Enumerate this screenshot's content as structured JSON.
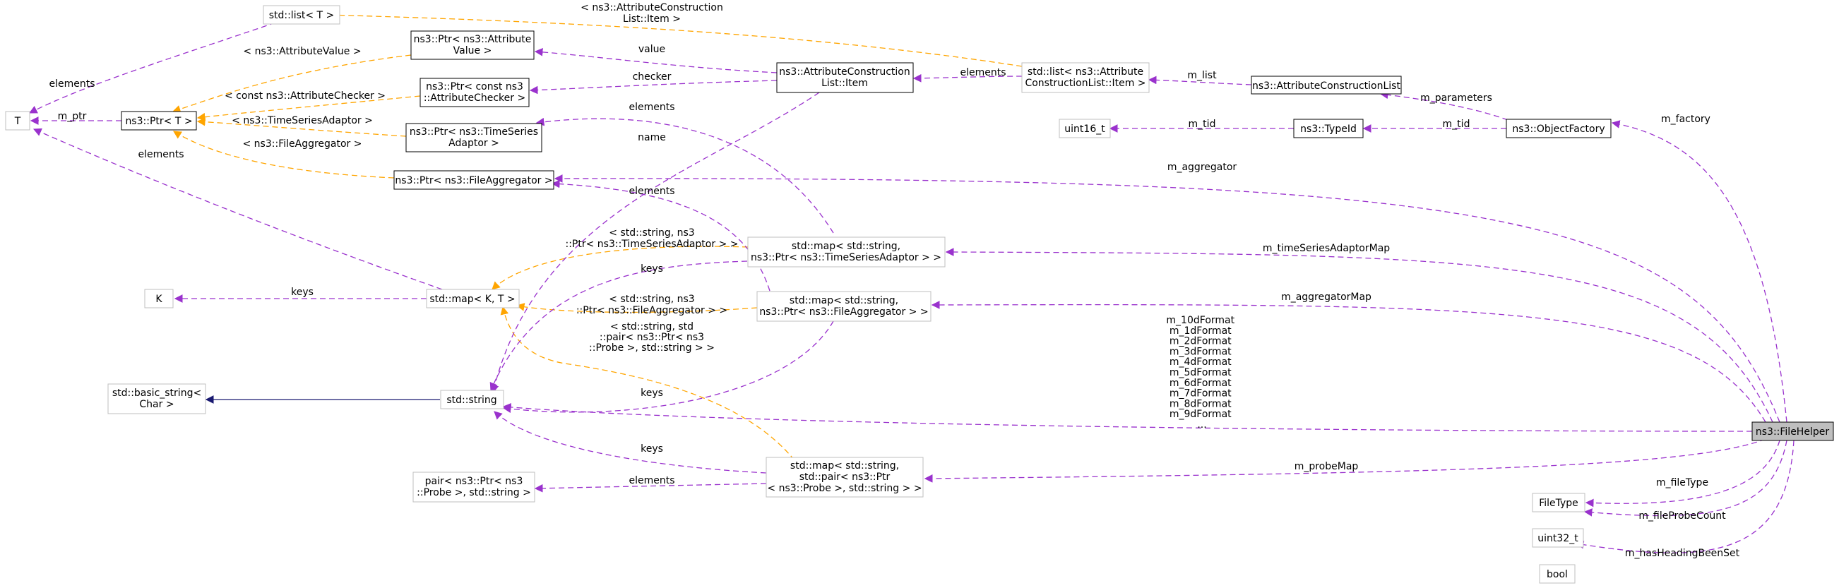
{
  "colors": {
    "usage": "#9a32cd",
    "template": "#ffa500",
    "inherit": "#191970",
    "highlight": "#bfbfbf",
    "node_border_strong": "#000000",
    "node_border_light": "#bfbfbf"
  },
  "nodes": {
    "std_list_T": {
      "lines": [
        "std::list< T >"
      ]
    },
    "T": {
      "lines": [
        "T"
      ]
    },
    "ptr_T": {
      "lines": [
        "ns3::Ptr< T >"
      ]
    },
    "ptr_attr_value": {
      "lines": [
        "ns3::Ptr< ns3::Attribute",
        "Value >"
      ]
    },
    "ptr_attr_checker": {
      "lines": [
        "ns3::Ptr< const ns3",
        "::AttributeChecker >"
      ]
    },
    "ptr_tsa": {
      "lines": [
        "ns3::Ptr< ns3::TimeSeries",
        "Adaptor >"
      ]
    },
    "ptr_fileagg": {
      "lines": [
        "ns3::Ptr< ns3::FileAggregator >"
      ]
    },
    "attr_item": {
      "lines": [
        "ns3::AttributeConstruction",
        "List::Item"
      ]
    },
    "std_list_item": {
      "lines": [
        "std::list< ns3::Attribute",
        "ConstructionList::Item >"
      ]
    },
    "attr_list": {
      "lines": [
        "ns3::AttributeConstructionList"
      ]
    },
    "uint16": {
      "lines": [
        "uint16_t"
      ]
    },
    "typeid": {
      "lines": [
        "ns3::TypeId"
      ]
    },
    "objfactory": {
      "lines": [
        "ns3::ObjectFactory"
      ]
    },
    "K": {
      "lines": [
        "K"
      ]
    },
    "std_map_KT": {
      "lines": [
        "std::map< K, T >"
      ]
    },
    "map_tsa": {
      "lines": [
        "std::map< std::string,",
        "ns3::Ptr< ns3::TimeSeriesAdaptor > >"
      ]
    },
    "map_fileagg": {
      "lines": [
        "std::map< std::string,",
        "ns3::Ptr< ns3::FileAggregator > >"
      ]
    },
    "basic_string": {
      "lines": [
        "std::basic_string<",
        "Char >"
      ]
    },
    "std_string": {
      "lines": [
        "std::string"
      ]
    },
    "pair_probe": {
      "lines": [
        "pair< ns3::Ptr< ns3",
        "::Probe >, std::string >"
      ]
    },
    "map_probe": {
      "lines": [
        "std::map< std::string,",
        "std::pair< ns3::Ptr",
        "< ns3::Probe >, std::string > >"
      ]
    },
    "filehelper": {
      "lines": [
        "ns3::FileHelper"
      ]
    },
    "filetype": {
      "lines": [
        "FileType"
      ]
    },
    "uint32": {
      "lines": [
        "uint32_t"
      ]
    },
    "bool": {
      "lines": [
        "bool"
      ]
    }
  },
  "edge_labels": {
    "list_elements": [
      "elements"
    ],
    "m_ptr": [
      "m_ptr"
    ],
    "tmpl_attr_value": [
      "< ns3::AttributeValue >"
    ],
    "tmpl_attr_checker": [
      "< const ns3::AttributeChecker >"
    ],
    "tmpl_tsa": [
      "< ns3::TimeSeriesAdaptor >"
    ],
    "tmpl_fileagg": [
      "< ns3::FileAggregator >"
    ],
    "map_elements": [
      "elements"
    ],
    "tmpl_list_item": [
      "< ns3::AttributeConstruction",
      "List::Item >"
    ],
    "value": [
      "value"
    ],
    "checker": [
      "checker"
    ],
    "item_elements": [
      "elements"
    ],
    "m_list": [
      "m_list"
    ],
    "m_parameters": [
      "m_parameters"
    ],
    "m_tid_1": [
      "m_tid"
    ],
    "m_tid_2": [
      "m_tid"
    ],
    "m_factory": [
      "m_factory"
    ],
    "m_aggregator": [
      "m_aggregator"
    ],
    "name": [
      "name"
    ],
    "tsa_elements": [
      "elements"
    ],
    "fa_elements": [
      "elements"
    ],
    "keys_k": [
      "keys"
    ],
    "tmpl_map_tsa": [
      "< std::string, ns3",
      "::Ptr< ns3::TimeSeriesAdaptor > >"
    ],
    "tmpl_map_fa": [
      "< std::string, ns3",
      "::Ptr< ns3::FileAggregator > >"
    ],
    "tmpl_map_probe": [
      "< std::string, std",
      "::pair< ns3::Ptr< ns3",
      "::Probe >, std::string > >"
    ],
    "keys_tsa": [
      "keys"
    ],
    "keys_fa": [
      "keys"
    ],
    "keys_probe": [
      "keys"
    ],
    "probe_elements": [
      "elements"
    ],
    "m_timeSeriesAdaptorMap": [
      "m_timeSeriesAdaptorMap"
    ],
    "m_aggregatorMap": [
      "m_aggregatorMap"
    ],
    "formats": [
      "m_10dFormat",
      "m_1dFormat",
      "m_2dFormat",
      "m_3dFormat",
      "m_4dFormat",
      "m_5dFormat",
      "m_6dFormat",
      "m_7dFormat",
      "m_8dFormat",
      "m_9dFormat",
      "..."
    ],
    "m_probeMap": [
      "m_probeMap"
    ],
    "m_fileType": [
      "m_fileType"
    ],
    "m_fileProbeCount": [
      "m_fileProbeCount"
    ],
    "m_hasHeadingBeenSet": [
      "m_hasHeadingBeenSet"
    ]
  }
}
